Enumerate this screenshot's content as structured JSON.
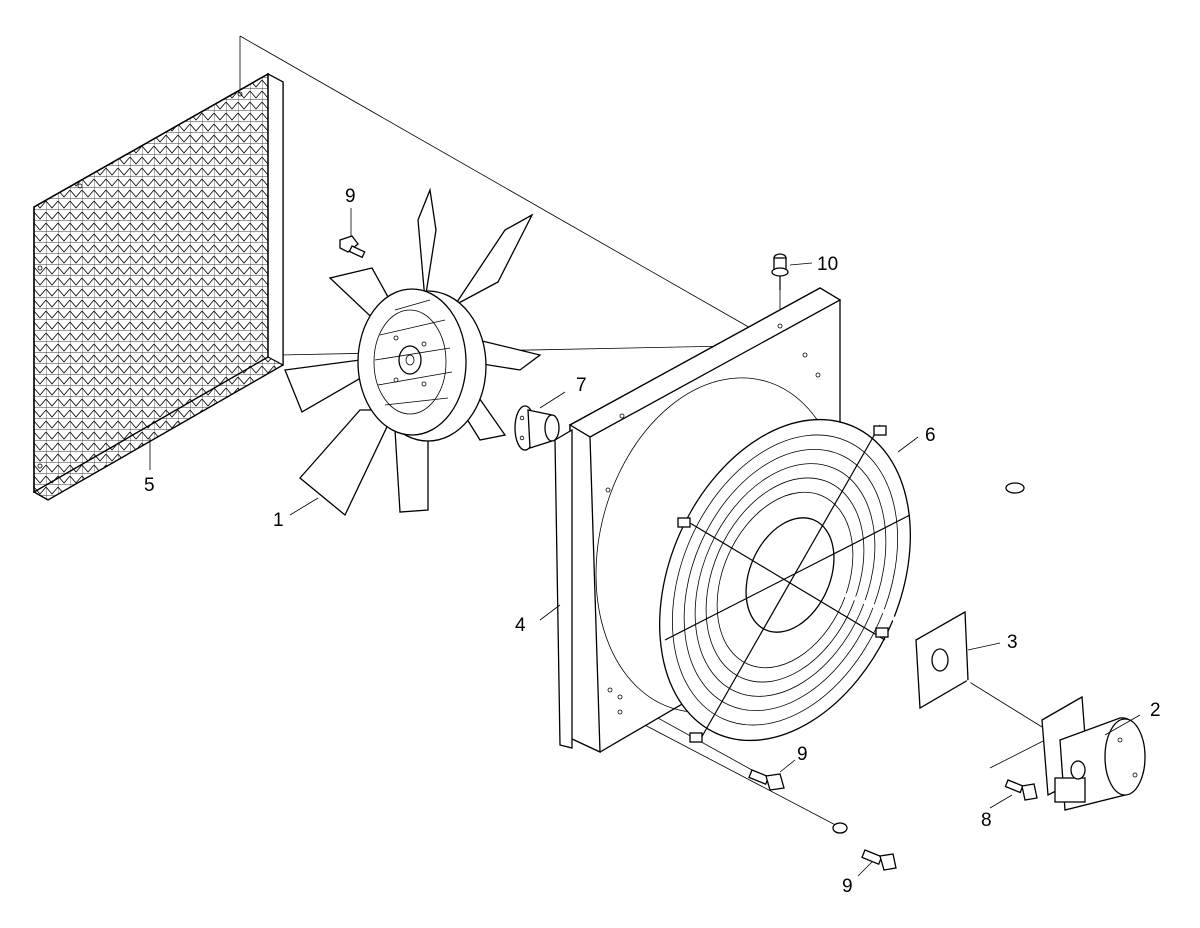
{
  "diagram": {
    "callouts": [
      {
        "id": "c1",
        "label": "1"
      },
      {
        "id": "c2",
        "label": "2"
      },
      {
        "id": "c3",
        "label": "3"
      },
      {
        "id": "c4",
        "label": "4"
      },
      {
        "id": "c5",
        "label": "5"
      },
      {
        "id": "c6",
        "label": "6"
      },
      {
        "id": "c7",
        "label": "7"
      },
      {
        "id": "c8",
        "label": "8"
      },
      {
        "id": "c9a",
        "label": "9"
      },
      {
        "id": "c9b",
        "label": "9"
      },
      {
        "id": "c9c",
        "label": "9"
      },
      {
        "id": "c10",
        "label": "10"
      }
    ]
  }
}
